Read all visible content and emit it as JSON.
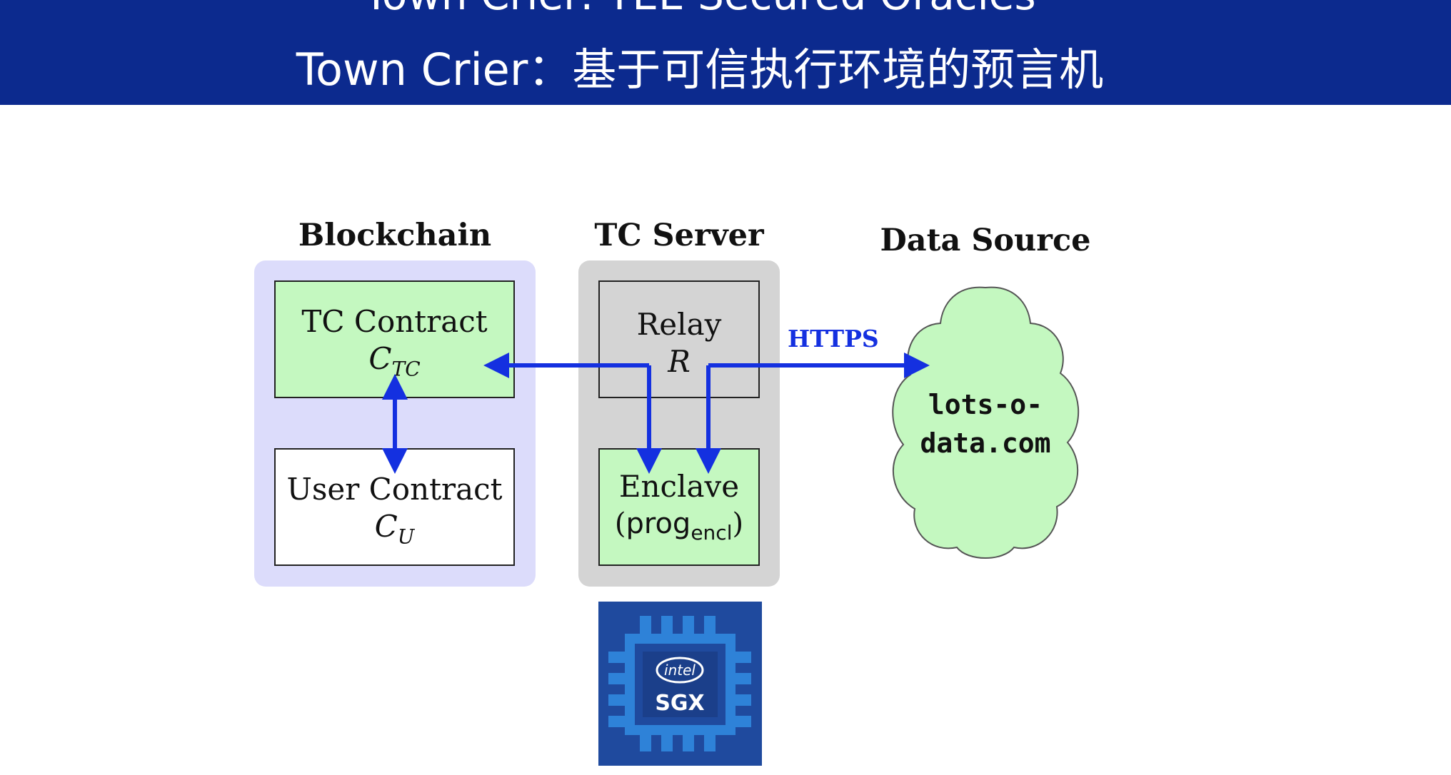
{
  "header": {
    "title_en": "Town Crier: TEE Secured Oracles",
    "title_cn": "Town Crier：基于可信执行环境的预言机"
  },
  "diagram": {
    "sections": {
      "blockchain": "Blockchain",
      "server": "TC Server",
      "source": "Data Source"
    },
    "tc_contract": {
      "line1": "TC Contract",
      "symbol": "C",
      "sub": "TC"
    },
    "user_contract": {
      "line1": "User Contract",
      "symbol": "C",
      "sub": "U"
    },
    "relay": {
      "line1": "Relay",
      "symbol": "R"
    },
    "enclave": {
      "line1": "Enclave",
      "prog": "prog",
      "sub": "encl"
    },
    "https_label": "HTTPS",
    "cloud": {
      "line1": "lots-o-",
      "line2": "data.com"
    },
    "sgx_logo": {
      "brand": "intel",
      "product": "SGX"
    }
  },
  "colors": {
    "header_bg": "#0c2a8e",
    "arrow": "#1430e0",
    "green_box": "#c4f8c0",
    "blockchain_bg": "#dcdcfb",
    "server_bg": "#d4d4d4"
  }
}
